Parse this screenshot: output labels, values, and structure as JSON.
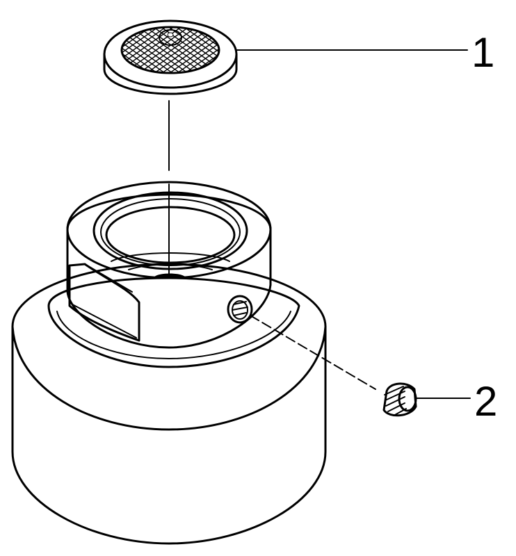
{
  "callouts": [
    {
      "id": "1",
      "label": "1"
    },
    {
      "id": "2",
      "label": "2"
    }
  ],
  "colors": {
    "line": "#000000",
    "background": "#ffffff",
    "part_fill": "#ffffff"
  }
}
